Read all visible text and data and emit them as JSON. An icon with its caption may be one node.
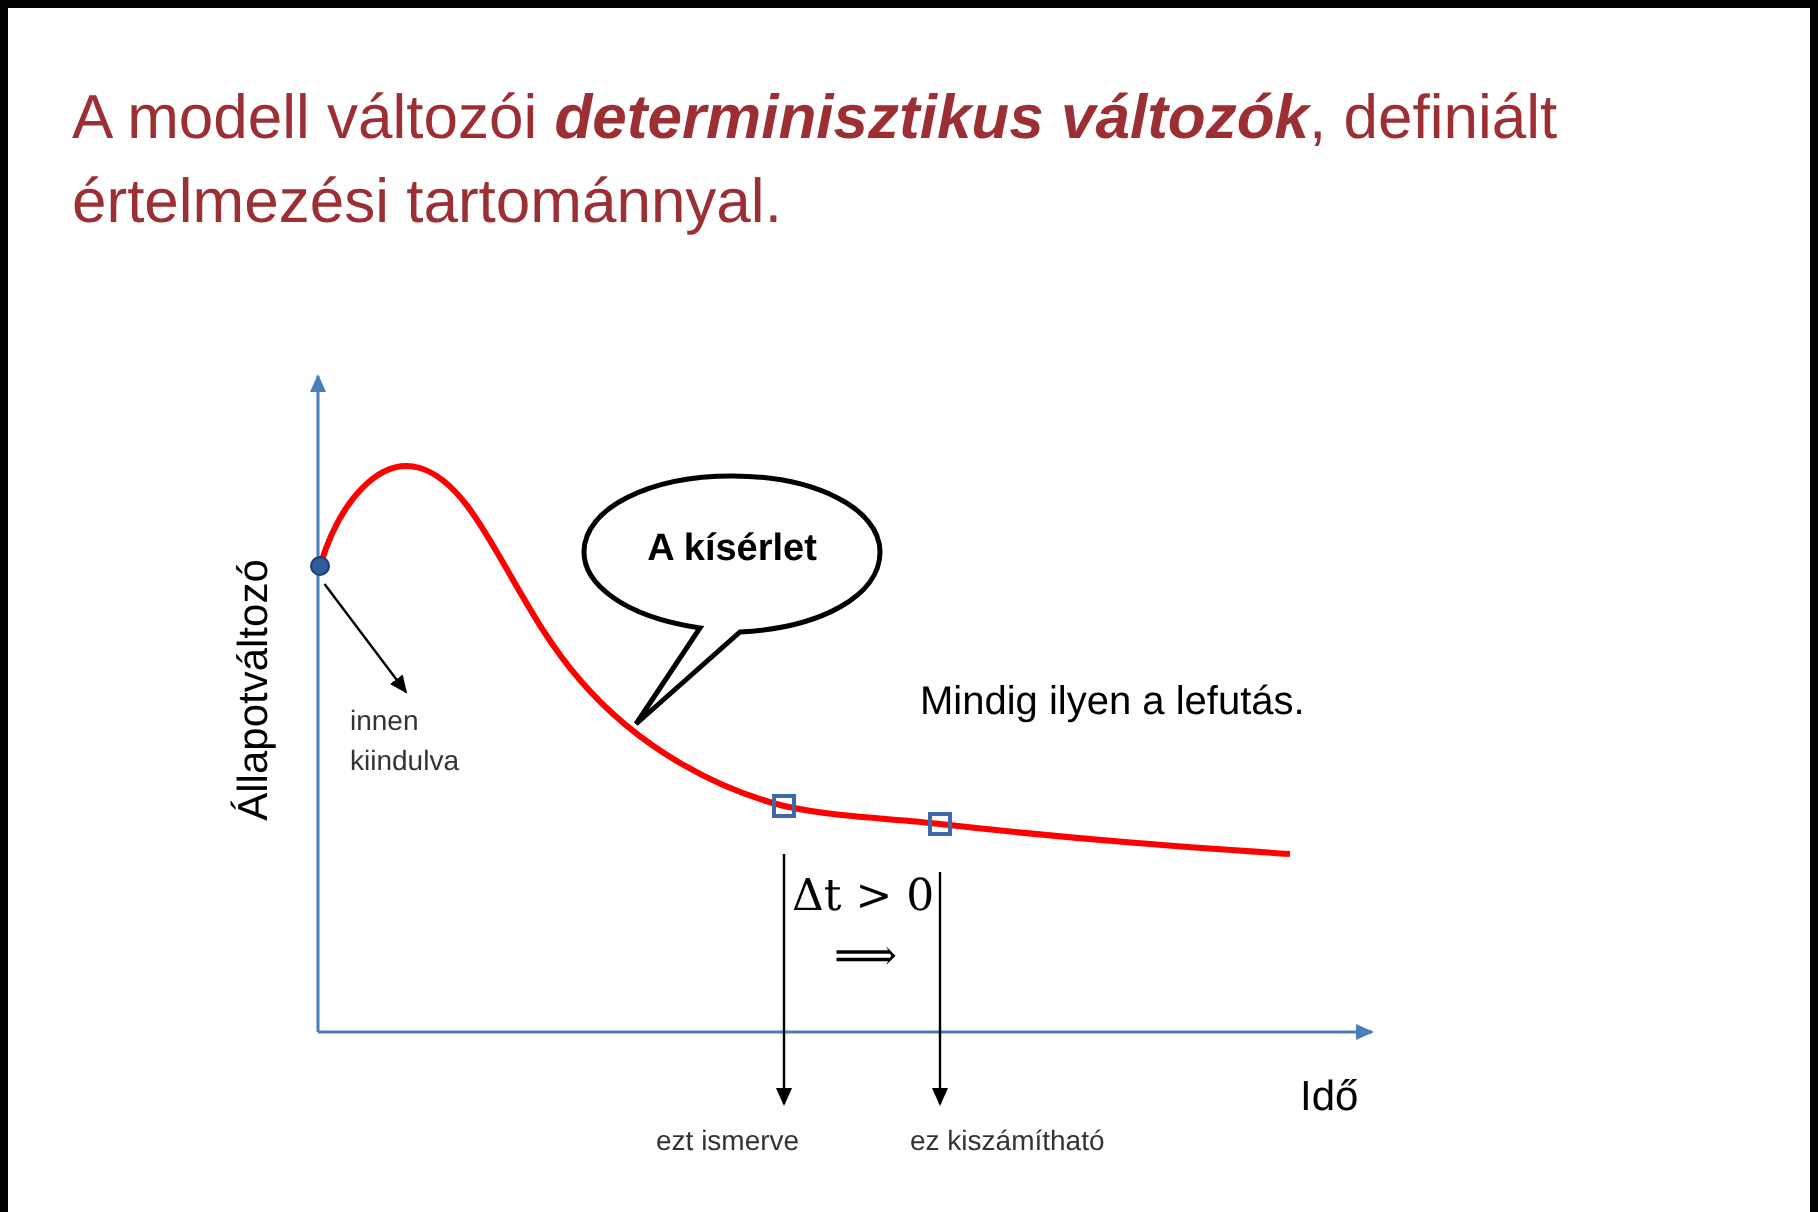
{
  "diagram": {
    "title": "A modell változói **determinisztikus változók**, definiált értelmezési tartománnyal.",
    "nodes": [
      {
        "text": [],
        "shape": "circle"
      },
      {
        "text": [
          "A kísérlet"
        ]
      },
      {
        "text": [],
        "shape": "box"
      },
      {
        "text": [],
        "shape": "box"
      },
      {
        "text": [
          "innen kiindulva"
        ]
      },
      {
        "text": [
          "ezt ismerve"
        ]
      },
      {
        "text": [
          "ez kiszámítható"
        ]
      }
    ],
    "edges": [
      {
        "from": 0,
        "to": 4,
        "arrow": "to"
      },
      {
        "from": 2,
        "to": 5,
        "arrow": "to"
      },
      {
        "from": 3,
        "to": 6,
        "arrow": "to"
      }
    ],
    "labels": [
      "Állapotváltozó",
      "Mindig ilyen a lefutás.",
      "Δt > 0",
      "⟹",
      "Idő"
    ]
  }
}
